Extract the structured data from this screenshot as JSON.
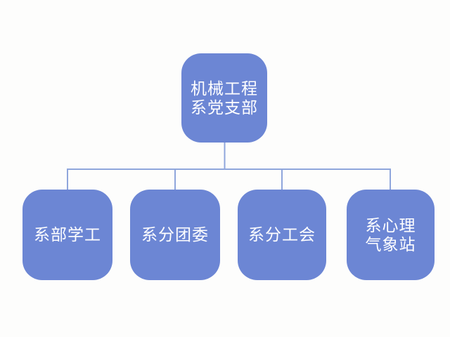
{
  "slide": {
    "background_color": "#FDFDFC"
  },
  "diagram": {
    "type": "org-chart",
    "node_fill": "#6C86D4",
    "node_text_color": "#FFFFFF",
    "connector_color": "#8FA6DC",
    "root": {
      "label": "机械工程\n系党支部"
    },
    "children": [
      {
        "label": "系部学工"
      },
      {
        "label": "系分团委"
      },
      {
        "label": "系分工会"
      },
      {
        "label": "系心理\n气象站"
      }
    ]
  }
}
